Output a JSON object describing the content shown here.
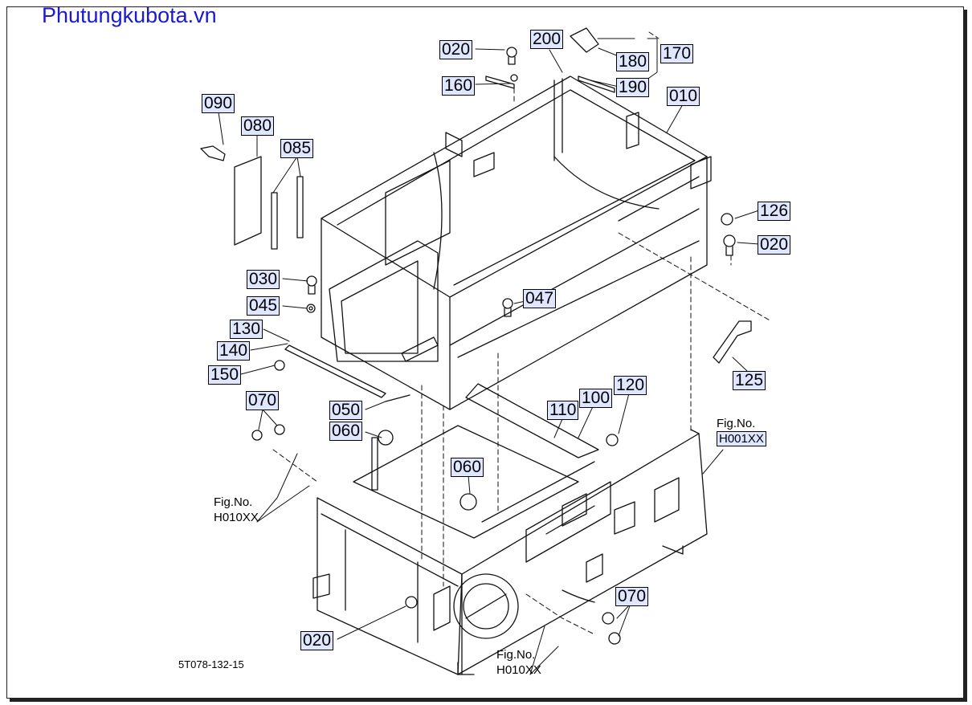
{
  "site": {
    "brand": "Phutungkubota.vn"
  },
  "diagram": {
    "drawing_code": "5T078-132-15",
    "parts": [
      {
        "id": "020-top",
        "code": "020"
      },
      {
        "id": "200",
        "code": "200"
      },
      {
        "id": "170",
        "code": "170"
      },
      {
        "id": "180",
        "code": "180"
      },
      {
        "id": "190",
        "code": "190"
      },
      {
        "id": "160",
        "code": "160"
      },
      {
        "id": "010",
        "code": "010"
      },
      {
        "id": "090",
        "code": "090"
      },
      {
        "id": "080",
        "code": "080"
      },
      {
        "id": "085",
        "code": "085"
      },
      {
        "id": "126",
        "code": "126"
      },
      {
        "id": "020-right",
        "code": "020"
      },
      {
        "id": "030",
        "code": "030"
      },
      {
        "id": "045",
        "code": "045"
      },
      {
        "id": "047",
        "code": "047"
      },
      {
        "id": "130",
        "code": "130"
      },
      {
        "id": "140",
        "code": "140"
      },
      {
        "id": "150",
        "code": "150"
      },
      {
        "id": "125",
        "code": "125"
      },
      {
        "id": "070-left",
        "code": "070"
      },
      {
        "id": "050",
        "code": "050"
      },
      {
        "id": "120",
        "code": "120"
      },
      {
        "id": "100",
        "code": "100"
      },
      {
        "id": "110",
        "code": "110"
      },
      {
        "id": "060-left",
        "code": "060"
      },
      {
        "id": "060-center",
        "code": "060"
      },
      {
        "id": "070-right",
        "code": "070"
      },
      {
        "id": "020-bottom",
        "code": "020"
      }
    ],
    "figure_refs": [
      {
        "id": "fig-h001xx",
        "prefix": "Fig.No.",
        "code": "H001XX"
      },
      {
        "id": "fig-h010xx-left",
        "prefix": "Fig.No.",
        "code": "H010XX"
      },
      {
        "id": "fig-h010xx-bottom",
        "prefix": "Fig.No.",
        "code": "H010XX"
      }
    ]
  }
}
